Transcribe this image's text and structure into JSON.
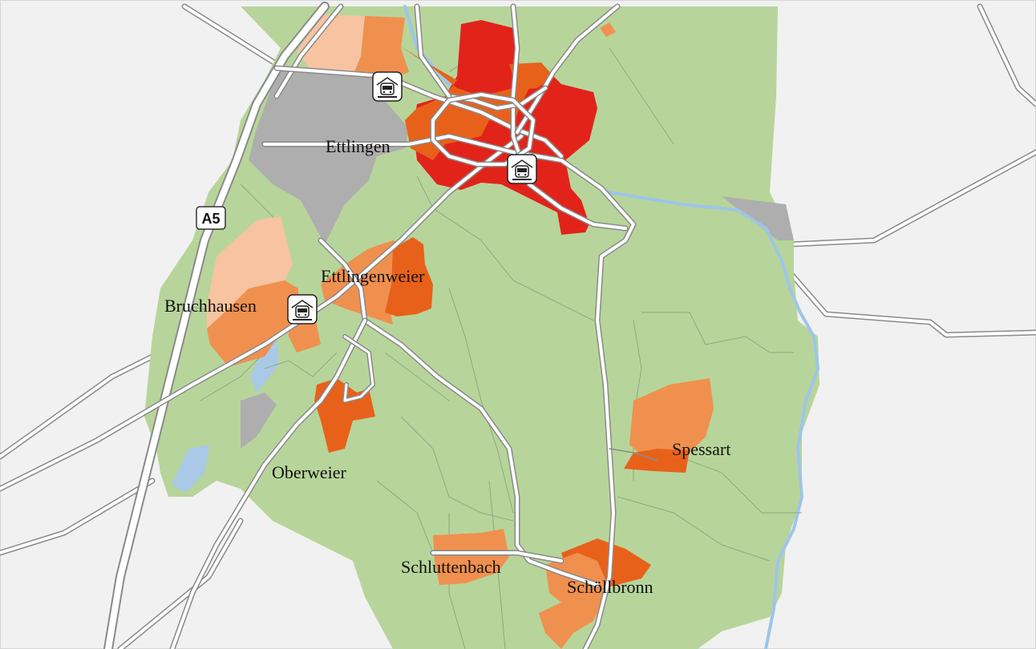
{
  "map": {
    "places": [
      {
        "id": "ettlingen",
        "label": "Ettlingen"
      },
      {
        "id": "ettlingenweier",
        "label": "Ettlingenweier"
      },
      {
        "id": "bruchhausen",
        "label": "Bruchhausen"
      },
      {
        "id": "oberweier",
        "label": "Oberweier"
      },
      {
        "id": "spessart",
        "label": "Spessart"
      },
      {
        "id": "schluttenbach",
        "label": "Schluttenbach"
      },
      {
        "id": "schoellbronn",
        "label": "Schöllbronn"
      }
    ],
    "motorway": {
      "label": "A5"
    },
    "station_icons": [
      "train-station-icon",
      "train-station-icon",
      "train-station-icon"
    ],
    "colors": {
      "background": "#f1f1f1",
      "district_green": "#b7d59a",
      "built_up_gray": "#aeaeae",
      "water": "#a9c9e6",
      "zone_red": "#e2231a",
      "zone_dark_orange": "#e8611a",
      "zone_orange": "#f0904f",
      "zone_light_orange": "#f7c3a0",
      "road": "#ffffff",
      "road_casing": "#8a8a8a"
    }
  }
}
